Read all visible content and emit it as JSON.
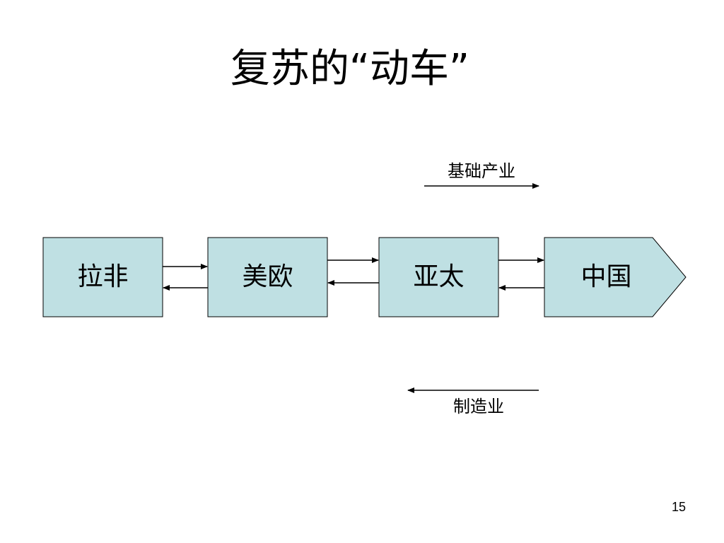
{
  "slide": {
    "title": "复苏的“动车”",
    "page_number": "15"
  },
  "diagram": {
    "nodes": [
      {
        "id": "latin-africa",
        "label": "拉非"
      },
      {
        "id": "europe-america",
        "label": "美欧"
      },
      {
        "id": "asia-pacific",
        "label": "亚太"
      },
      {
        "id": "china",
        "label": "中国"
      }
    ],
    "flows": {
      "top_label": "基础产业",
      "bottom_label": "制造业"
    },
    "colors": {
      "box_fill": "#bfe0e3",
      "box_stroke": "#000000",
      "arrow": "#000000"
    }
  }
}
